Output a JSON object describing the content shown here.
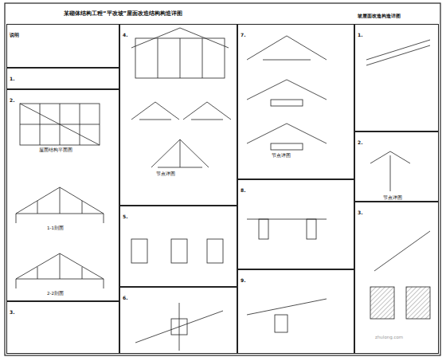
{
  "diagram": {
    "title": "某砌体结构工程“平改坡”屋面改造结构构造详图",
    "nodes": [
      {
        "text": [
          "说明"
        ]
      },
      {
        "text": [
          "1."
        ]
      },
      {
        "text": [
          "2."
        ]
      },
      {
        "text": [
          "3."
        ]
      },
      {
        "text": [
          "4."
        ]
      },
      {
        "text": [
          "5."
        ]
      },
      {
        "text": [
          "6."
        ]
      },
      {
        "text": [
          "7."
        ]
      },
      {
        "text": [
          "8."
        ]
      },
      {
        "text": [
          "9."
        ]
      },
      {
        "text": [
          "坡屋面改造构造详图"
        ]
      },
      {
        "text": [
          "1."
        ]
      },
      {
        "text": [
          "2."
        ]
      },
      {
        "text": [
          "3."
        ]
      }
    ],
    "labels": [
      "屋面结构平面图",
      "1-1剖面",
      "2-2剖面",
      "节点详图",
      "节点详图",
      "节点详图",
      "zhulong.com"
    ]
  }
}
